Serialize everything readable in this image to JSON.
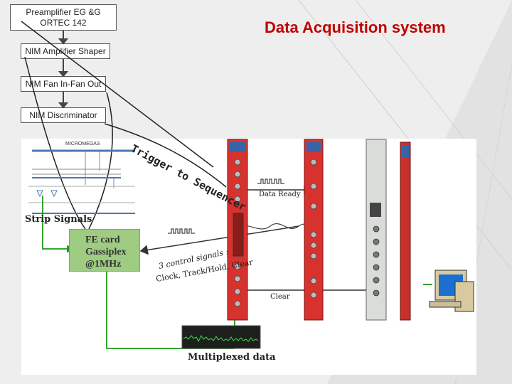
{
  "title": "Data Acquisition system",
  "boxes": {
    "preamp_line1": "Preamplifier EG &G",
    "preamp_line2": "ORTEC 142",
    "nim_shaper": "NIM Amplifier  Shaper",
    "nim_fan": "NIM Fan In-Fan Out",
    "nim_disc": "NIM Discriminator"
  },
  "labels": {
    "trigger": "Trigger to Sequencer",
    "strip_signals": "Strip Signals",
    "fe_card": [
      "FE card",
      "Gassiplex",
      "@1MHz"
    ],
    "data_ready": "Data Ready",
    "control_1": "3 control signals :",
    "control_2": "Clock, Track/Hold, Clear",
    "clear": "Clear",
    "multiplexed": "Multiplexed data",
    "micromegas": "MICROMEGAS"
  },
  "colors": {
    "title": "#c00000",
    "fe_card": "#9dcc82",
    "green_line": "#1a9a1a",
    "module_red": "#d8322e"
  }
}
